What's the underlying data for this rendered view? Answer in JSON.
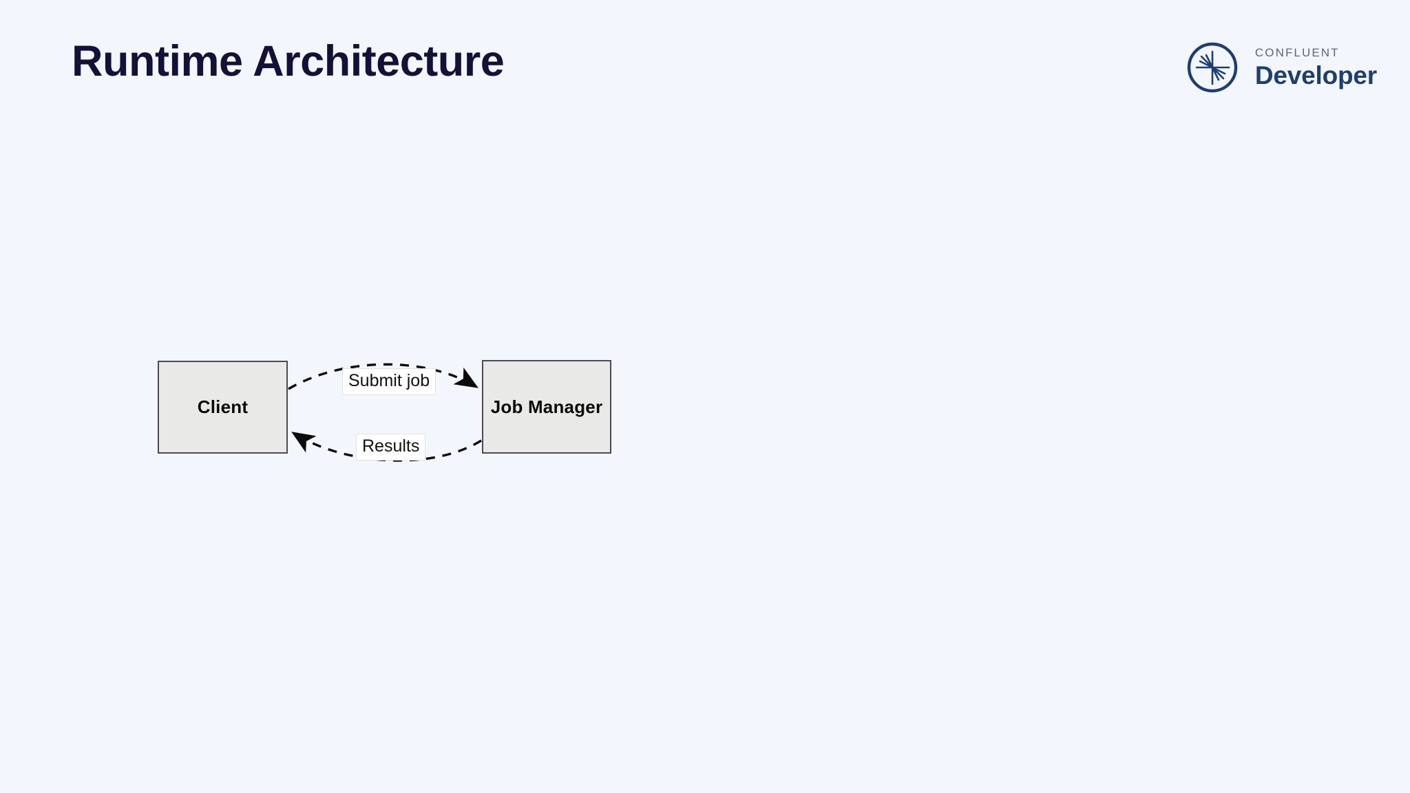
{
  "slide": {
    "title": "Runtime Architecture",
    "background_color": "#f3f6fd",
    "title_color": "#121238"
  },
  "brand": {
    "mark_icon": "confluent-starburst-icon",
    "eyebrow": "CONFLUENT",
    "name": "Developer",
    "eyebrow_color": "#5b6480",
    "name_color": "#1e3e70",
    "mark_color": "#1e3e70"
  },
  "diagram": {
    "type": "node-edge",
    "node_fill": "#e9e9e7",
    "node_border": "#4a4a52",
    "edge_style": "dashed-curved",
    "edge_color": "#0b0b0b",
    "nodes": [
      {
        "id": "client",
        "label": "Client"
      },
      {
        "id": "job-manager",
        "label": "Job Manager"
      }
    ],
    "edges": [
      {
        "id": "submit-job",
        "label": "Submit job",
        "from": "client",
        "to": "job-manager",
        "direction": "right"
      },
      {
        "id": "results",
        "label": "Results",
        "from": "job-manager",
        "to": "client",
        "direction": "left"
      }
    ]
  }
}
